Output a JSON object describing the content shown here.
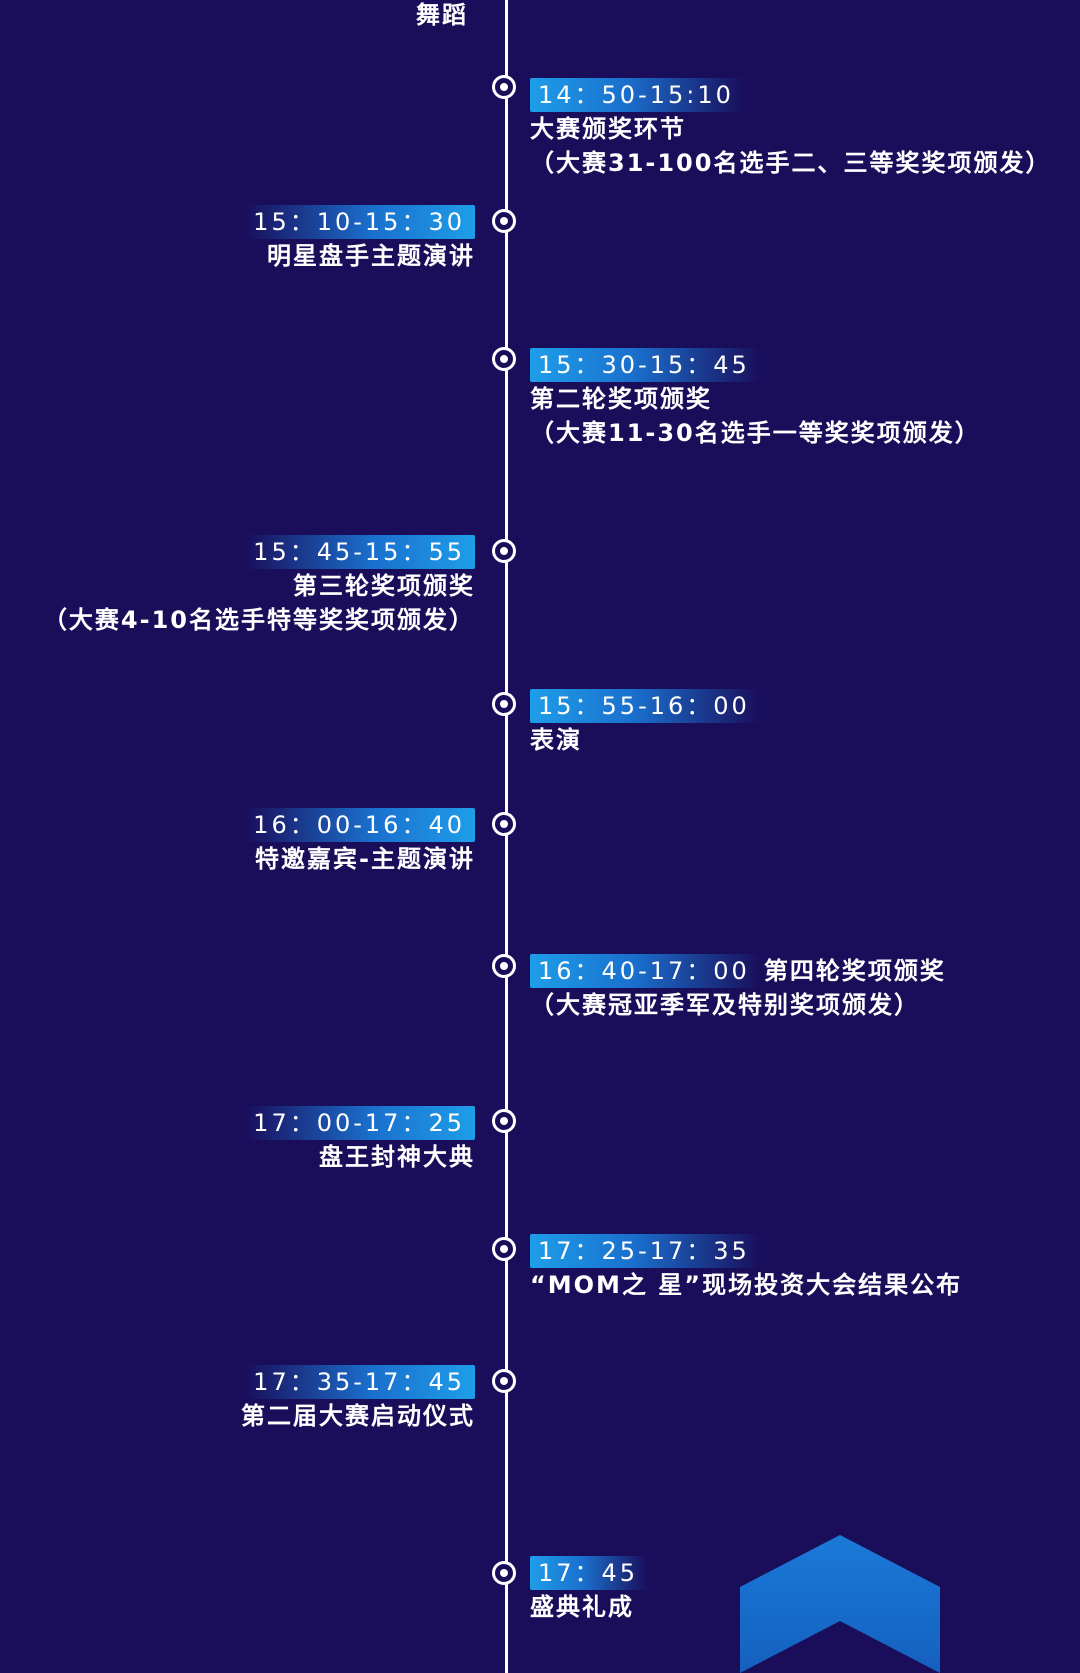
{
  "top_fragment": "舞蹈",
  "events": [
    {
      "time": "14：50-15:10",
      "title": "大赛颁奖环节",
      "subtitle": "（大赛31-100名选手二、三等奖奖项颁发）"
    },
    {
      "time": "15：10-15：30",
      "title": "明星盘手主题演讲"
    },
    {
      "time": "15：30-15：45",
      "title": "第二轮奖项颁奖",
      "subtitle": "（大赛11-30名选手一等奖奖项颁发）"
    },
    {
      "time": "15：45-15：55",
      "title": "第三轮奖项颁奖",
      "subtitle": "（大赛4-10名选手特等奖奖项颁发）"
    },
    {
      "time": "15：55-16：00",
      "title": "表演"
    },
    {
      "time": "16：00-16：40",
      "title": "特邀嘉宾-主题演讲"
    },
    {
      "time": "16：40-17：00",
      "title": "第四轮奖项颁奖",
      "subtitle": "（大赛冠亚季军及特别奖项颁发）"
    },
    {
      "time": "17：00-17：25",
      "title": "盘王封神大典"
    },
    {
      "time": "17：25-17：35",
      "title": "“MOM之 星”现场投资大会结果公布"
    },
    {
      "time": "17：35-17：45",
      "title": "第二届大赛启动仪式"
    },
    {
      "time": "17：45",
      "title": "盛典礼成"
    }
  ],
  "colors": {
    "background": "#1a0e5b",
    "pill_start": "#1e9ee9",
    "pill_mid": "#1a6fcd",
    "deco": "#1a6fd0"
  }
}
